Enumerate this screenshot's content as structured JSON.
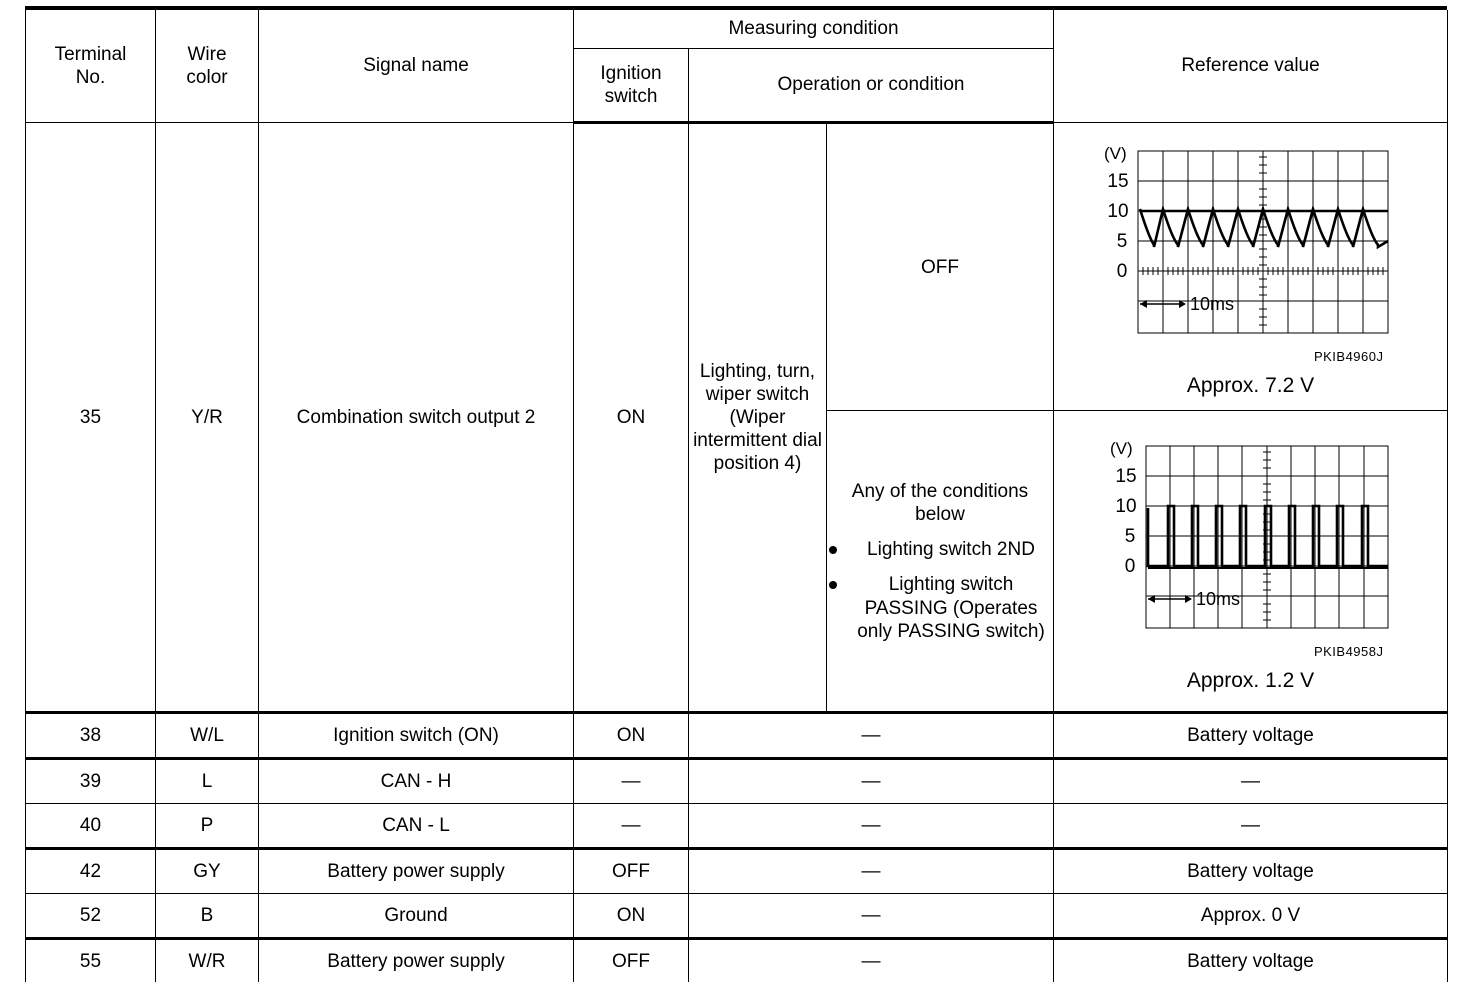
{
  "table": {
    "headers": {
      "terminal_no": "Terminal\nNo.",
      "terminal_no_line1": "Terminal",
      "terminal_no_line2": "No.",
      "wire_color_line1": "Wire",
      "wire_color_line2": "color",
      "signal_name": "Signal name",
      "measuring_condition": "Measuring condition",
      "ignition_switch_line1": "Ignition",
      "ignition_switch_line2": "switch",
      "operation_or_condition": "Operation or condition",
      "reference_value": "Reference value"
    },
    "rows": [
      {
        "terminal_no": "35",
        "wire_color": "Y/R",
        "signal_name": "Combination switch output 2",
        "ignition_switch": "ON",
        "operation": "Lighting, turn, wiper switch (Wiper intermittent dial position 4)",
        "conditions": [
          {
            "label": "OFF",
            "bullets": [],
            "reference": {
              "caption": "Approx. 7.2 V",
              "code": "PKIB4960J",
              "time_label": "10ms",
              "unit_label": "(V)",
              "y_ticks": [
                "15",
                "10",
                "5",
                "0"
              ]
            }
          },
          {
            "label": "Any of the conditions below",
            "bullets": [
              "Lighting switch 2ND",
              "Lighting switch PASSING (Operates only PASSING switch)"
            ],
            "reference": {
              "caption": "Approx. 1.2 V",
              "code": "PKIB4958J",
              "time_label": "10ms",
              "unit_label": "(V)",
              "y_ticks": [
                "15",
                "10",
                "5",
                "0"
              ]
            }
          }
        ]
      },
      {
        "terminal_no": "38",
        "wire_color": "W/L",
        "signal_name": "Ignition switch (ON)",
        "ignition_switch": "ON",
        "operation": "—",
        "reference_value": "Battery voltage"
      },
      {
        "terminal_no": "39",
        "wire_color": "L",
        "signal_name": "CAN - H",
        "ignition_switch": "—",
        "operation": "—",
        "reference_value": "—"
      },
      {
        "terminal_no": "40",
        "wire_color": "P",
        "signal_name": "CAN - L",
        "ignition_switch": "—",
        "operation": "—",
        "reference_value": "—"
      },
      {
        "terminal_no": "42",
        "wire_color": "GY",
        "signal_name": "Battery power supply",
        "ignition_switch": "OFF",
        "operation": "—",
        "reference_value": "Battery voltage"
      },
      {
        "terminal_no": "52",
        "wire_color": "B",
        "signal_name": "Ground",
        "ignition_switch": "ON",
        "operation": "—",
        "reference_value": "Approx. 0 V"
      },
      {
        "terminal_no": "55",
        "wire_color": "W/R",
        "signal_name": "Battery power supply",
        "ignition_switch": "OFF",
        "operation": "—",
        "reference_value": "Battery voltage"
      }
    ]
  },
  "chart_data": [
    {
      "type": "line",
      "title": "Approx. 7.2 V",
      "code": "PKIB4960J",
      "ylabel": "(V)",
      "xlabel": "10ms",
      "ylim": [
        -15,
        20
      ],
      "y_ticks": [
        15,
        10,
        5,
        0
      ],
      "waveform": "sawtooth-decay",
      "peak_v": 10,
      "trough_v": 4,
      "baseline_v": 0,
      "cycles": 10,
      "period_ms": 10,
      "grid": true
    },
    {
      "type": "line",
      "title": "Approx. 1.2 V",
      "code": "PKIB4958J",
      "ylabel": "(V)",
      "xlabel": "10ms",
      "ylim": [
        -15,
        20
      ],
      "y_ticks": [
        15,
        10,
        5,
        0
      ],
      "waveform": "narrow-pulse",
      "peak_v": 10,
      "baseline_v": 0,
      "cycles": 10,
      "period_ms": 10,
      "duty_percent": 12,
      "grid": true
    }
  ]
}
